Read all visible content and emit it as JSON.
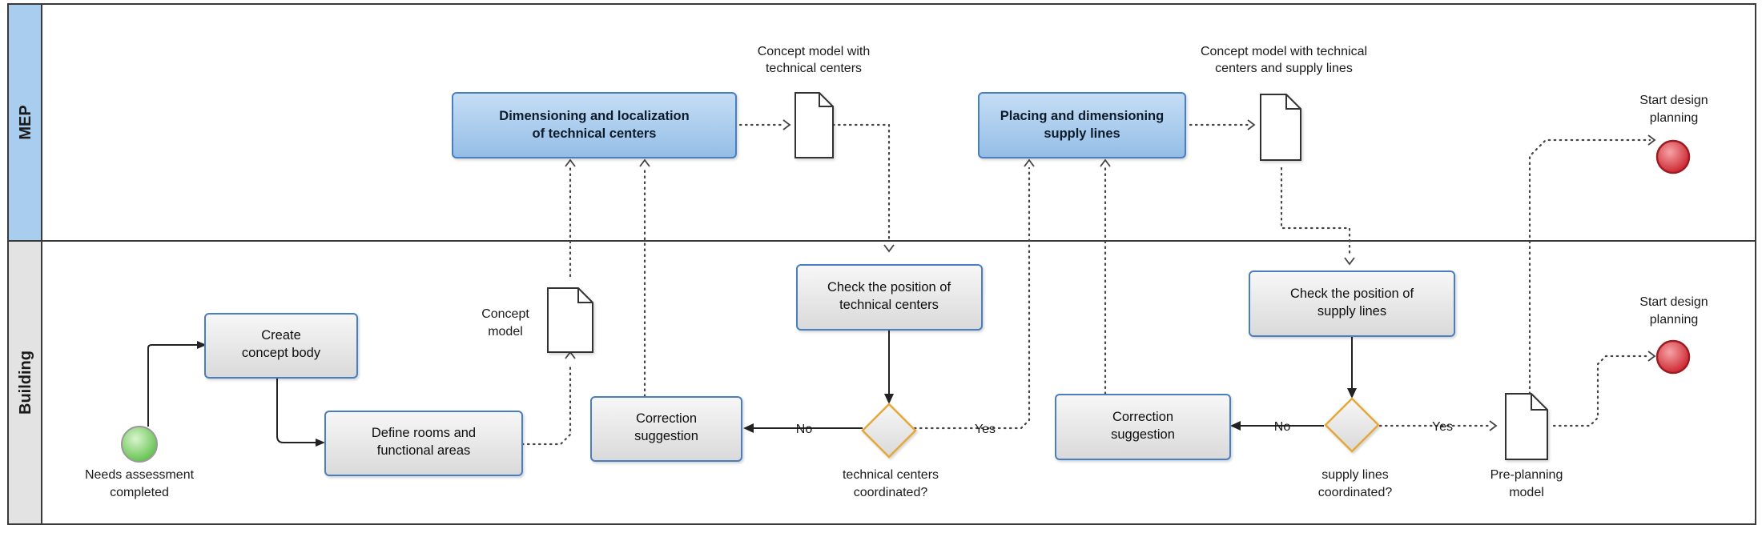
{
  "lanes": {
    "mep": "MEP",
    "building": "Building"
  },
  "events": {
    "start": [
      "Needs assessment",
      "completed"
    ],
    "end_mep": [
      "Start design",
      "planning"
    ],
    "end_building": [
      "Start design",
      "planning"
    ]
  },
  "tasks": {
    "dimensioning": [
      "Dimensioning and localization",
      "of technical centers"
    ],
    "placing": [
      "Placing and dimensioning",
      "supply lines"
    ],
    "create_body": [
      "Create",
      "concept body"
    ],
    "define_rooms": [
      "Define rooms and",
      "functional areas"
    ],
    "correction_1": [
      "Correction",
      "suggestion"
    ],
    "check_tech": [
      "Check the position of",
      "technical centers"
    ],
    "correction_2": [
      "Correction",
      "suggestion"
    ],
    "check_supply": [
      "Check the position of",
      "supply lines"
    ]
  },
  "documents": {
    "concept_model": [
      "Concept",
      "model"
    ],
    "concept_tech": [
      "Concept model with",
      "technical centers"
    ],
    "concept_supply": [
      "Concept model with technical",
      "centers and supply lines"
    ],
    "preplanning": [
      "Pre-planning",
      "model"
    ]
  },
  "gateways": {
    "tech_coordinated": [
      "technical centers",
      "coordinated?"
    ],
    "supply_coordinated": [
      "supply lines",
      "coordinated?"
    ]
  },
  "flow_labels": {
    "no_1": "No",
    "yes_1": "Yes",
    "no_2": "No",
    "yes_2": "Yes"
  },
  "colors": {
    "task_blue_fill": "#a9cdee",
    "task_gray_fill": "#e6e6e6",
    "task_border": "#4a7fc0",
    "gateway_border": "#e2a83a",
    "start_event": "#7fd06a",
    "end_event": "#d9363e",
    "lane_label_bg": "#a9cdee"
  }
}
